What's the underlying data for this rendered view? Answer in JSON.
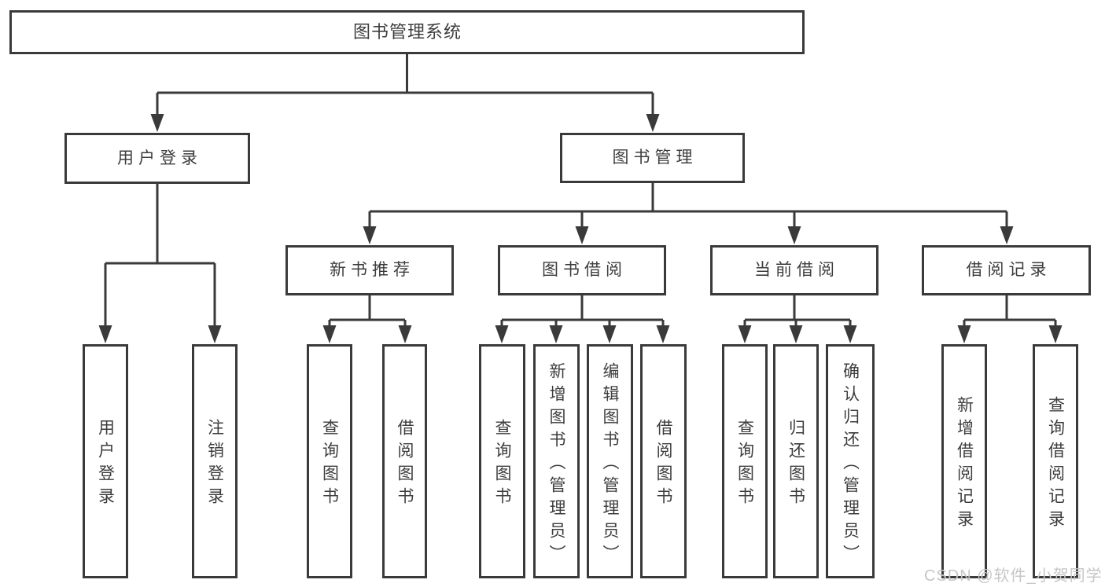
{
  "watermark": {
    "text": "CSDN @软件_小贺同学"
  },
  "tree": {
    "root": {
      "label": "图书管理系统",
      "children": [
        {
          "label": "用户登录",
          "children": [
            {
              "label": "用户登录"
            },
            {
              "label": "注销登录"
            }
          ]
        },
        {
          "label": "图书管理",
          "children": [
            {
              "label": "新书推荐",
              "children": [
                {
                  "label": "查询图书"
                },
                {
                  "label": "借阅图书"
                }
              ]
            },
            {
              "label": "图书借阅",
              "children": [
                {
                  "label": "查询图书"
                },
                {
                  "label": "新增图书（管理员）"
                },
                {
                  "label": "编辑图书（管理员）"
                },
                {
                  "label": "借阅图书"
                }
              ]
            },
            {
              "label": "当前借阅",
              "children": [
                {
                  "label": "查询图书"
                },
                {
                  "label": "归还图书"
                },
                {
                  "label": "确认归还（管理员）"
                }
              ]
            },
            {
              "label": "借阅记录",
              "children": [
                {
                  "label": "新增借阅记录"
                },
                {
                  "label": "查询借阅记录"
                }
              ]
            }
          ]
        }
      ]
    }
  }
}
